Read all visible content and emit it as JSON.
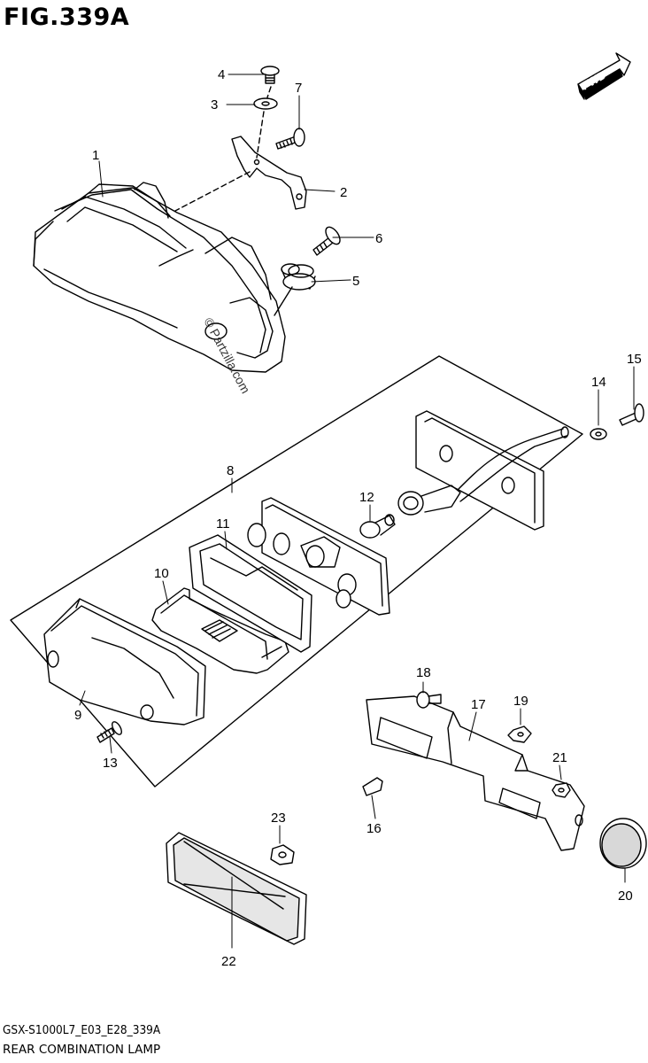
{
  "figure": {
    "title": "FIG.339A",
    "fwd_label": "FWD",
    "watermark": "© Partzilla.com",
    "model_code": "GSX-S1000L7_E03_E28_339A",
    "caption": "REAR COMBINATION LAMP"
  },
  "callouts": [
    "1",
    "2",
    "3",
    "4",
    "5",
    "6",
    "7",
    "8",
    "9",
    "10",
    "11",
    "12",
    "13",
    "14",
    "15",
    "16",
    "17",
    "18",
    "19",
    "20",
    "21",
    "22",
    "23"
  ]
}
